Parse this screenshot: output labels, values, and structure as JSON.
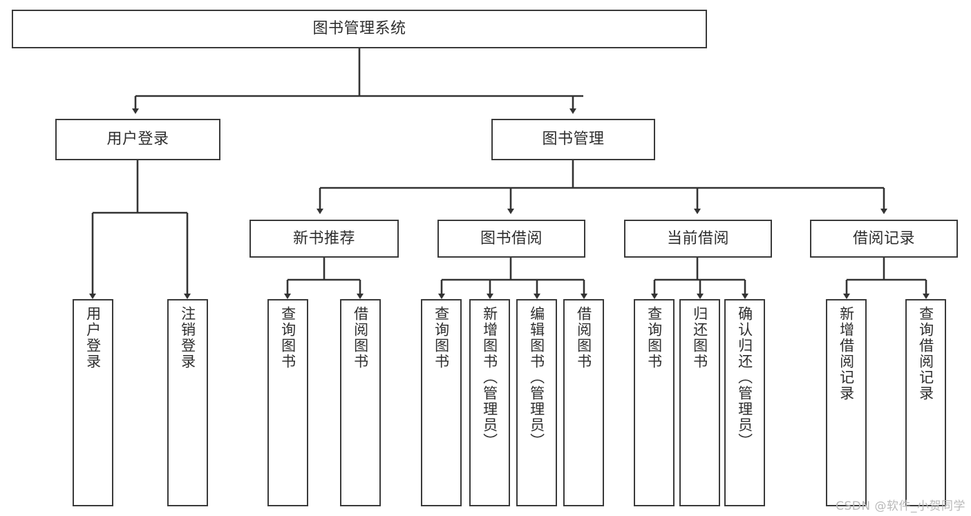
{
  "diagram": {
    "type": "tree-hierarchy",
    "title": "图书管理系统",
    "root": {
      "id": "root",
      "label": "图书管理系统"
    },
    "level2": [
      {
        "id": "user-login",
        "label": "用户登录"
      },
      {
        "id": "book-manage",
        "label": "图书管理"
      }
    ],
    "level3": [
      {
        "id": "new-book-recommend",
        "label": "新书推荐",
        "parent": "book-manage"
      },
      {
        "id": "book-borrow",
        "label": "图书借阅",
        "parent": "book-manage"
      },
      {
        "id": "current-borrow",
        "label": "当前借阅",
        "parent": "book-manage"
      },
      {
        "id": "borrow-record",
        "label": "借阅记录",
        "parent": "book-manage"
      }
    ],
    "leaves": [
      {
        "id": "leaf-user-login",
        "label": "用户登录",
        "parent": "user-login"
      },
      {
        "id": "leaf-logout-login",
        "label": "注销登录",
        "parent": "user-login"
      },
      {
        "id": "leaf-query-book-1",
        "label": "查询图书",
        "parent": "new-book-recommend"
      },
      {
        "id": "leaf-borrow-book-1",
        "label": "借阅图书",
        "parent": "new-book-recommend"
      },
      {
        "id": "leaf-query-book-2",
        "label": "查询图书",
        "parent": "book-borrow"
      },
      {
        "id": "leaf-add-book",
        "label": "新增图书（管理员）",
        "parent": "book-borrow"
      },
      {
        "id": "leaf-edit-book",
        "label": "编辑图书（管理员）",
        "parent": "book-borrow"
      },
      {
        "id": "leaf-borrow-book-2",
        "label": "借阅图书",
        "parent": "book-borrow"
      },
      {
        "id": "leaf-query-book-3",
        "label": "查询图书",
        "parent": "current-borrow"
      },
      {
        "id": "leaf-return-book",
        "label": "归还图书",
        "parent": "current-borrow"
      },
      {
        "id": "leaf-confirm-return",
        "label": "确认归还（管理员）",
        "parent": "current-borrow"
      },
      {
        "id": "leaf-add-record",
        "label": "新增借阅记录",
        "parent": "borrow-record"
      },
      {
        "id": "leaf-query-record",
        "label": "查询借阅记录",
        "parent": "borrow-record"
      }
    ],
    "colors": {
      "box_border": "#3a3a3a",
      "box_fill": "#ffffff",
      "connector": "#333333",
      "text": "#2e2e2e",
      "watermark": "#b9b9b9",
      "background": "#ffffff"
    }
  },
  "watermark": {
    "text": "CSDN @软件_小贺同学"
  }
}
